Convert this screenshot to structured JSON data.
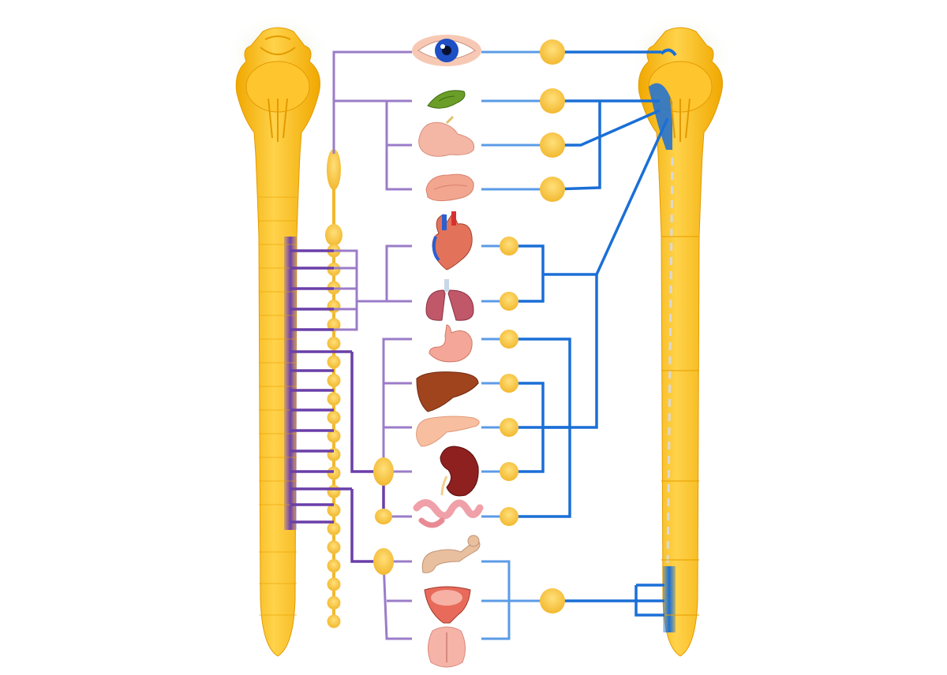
{
  "colors": {
    "cord": "#f7b500",
    "cord_light": "#fdd64a",
    "cord_edge": "#e09500",
    "brain_glow": "#c9c9a0",
    "ganglion": "#f5c242",
    "ganglion_dot": "#e0a020",
    "sympathetic": "#9b7cc8",
    "sympathetic_dark": "#6a3fa8",
    "parasympathetic": "#1a6fd6",
    "parasympathetic_light": "#5b9be6",
    "background": "#ffffff"
  },
  "divisions": [
    {
      "id": "sympathetic",
      "side": "left"
    },
    {
      "id": "parasympathetic",
      "side": "right"
    }
  ],
  "organs": [
    {
      "id": "eye",
      "icon": "eye-icon"
    },
    {
      "id": "salivary-gland-small",
      "icon": "gland-icon"
    },
    {
      "id": "salivary-gland",
      "icon": "gland-icon"
    },
    {
      "id": "salivary-gland-lower",
      "icon": "gland-icon"
    },
    {
      "id": "heart",
      "icon": "heart-icon"
    },
    {
      "id": "lungs",
      "icon": "lungs-icon"
    },
    {
      "id": "stomach",
      "icon": "stomach-icon"
    },
    {
      "id": "liver",
      "icon": "liver-icon"
    },
    {
      "id": "pancreas",
      "icon": "pancreas-icon"
    },
    {
      "id": "kidney",
      "icon": "kidney-icon"
    },
    {
      "id": "small-intestine",
      "icon": "intestine-icon"
    },
    {
      "id": "large-intestine",
      "icon": "colon-icon"
    },
    {
      "id": "bladder",
      "icon": "bladder-icon"
    },
    {
      "id": "genitals",
      "icon": "genitals-icon"
    }
  ]
}
